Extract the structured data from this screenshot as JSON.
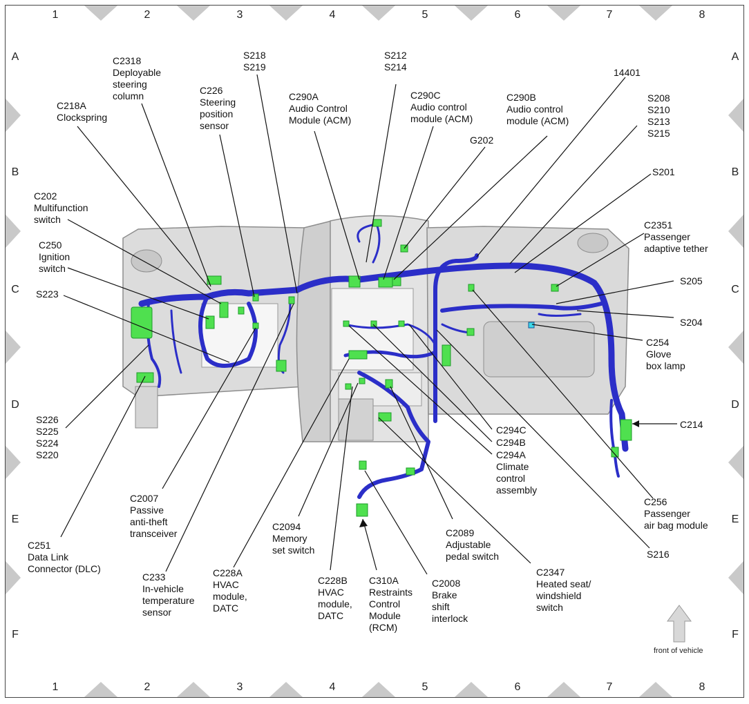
{
  "grid": {
    "columns": [
      "1",
      "2",
      "3",
      "4",
      "5",
      "6",
      "7",
      "8"
    ],
    "rows": [
      "A",
      "B",
      "C",
      "D",
      "E",
      "F"
    ]
  },
  "labels": {
    "c2318": "C2318\nDeployable\nsteering\ncolumn",
    "c218a": "C218A\nClockspring",
    "c226": "C226\nSteering\nposition\nsensor",
    "s218": "S218\nS219",
    "s212": "S212\nS214",
    "c290a": "C290A\nAudio Control\nModule (ACM)",
    "c290c": "C290C\nAudio control\nmodule (ACM)",
    "c290b": "C290B\nAudio control\nmodule (ACM)",
    "c14401": "14401",
    "g202": "G202",
    "s208": "S208\nS210\nS213\nS215",
    "s201": "S201",
    "c2351": "C2351\nPassenger\nadaptive tether",
    "c202": "C202\nMultifunction\nswitch",
    "c250": "C250\nIgnition\nswitch",
    "s223": "S223",
    "s205": "S205",
    "s204": "S204",
    "c254": "C254\nGlove\nbox lamp",
    "s226": "S226\nS225\nS224\nS220",
    "c214": "C214",
    "c294c": "C294C",
    "c294b": "C294B",
    "c294a": "C294A\nClimate\ncontrol\nassembly",
    "c2007": "C2007\nPassive\nanti-theft\ntransceiver",
    "c256": "C256\nPassenger\nair bag module",
    "c2094": "C2094\nMemory\nset switch",
    "c2089": "C2089\nAdjustable\npedal switch",
    "c251": "C251\nData Link\nConnector (DLC)",
    "s216": "S216",
    "c233": "C233\nIn-vehicle\ntemperature\nsensor",
    "c228a": "C228A\nHVAC\nmodule,\nDATC",
    "c228b": "C228B\nHVAC\nmodule,\nDATC",
    "c310a": "C310A\nRestraints\nControl\nModule\n(RCM)",
    "c2008": "C2008\nBrake\nshift\ninterlock",
    "c2347": "C2347\nHeated seat/\nwindshield\nswitch"
  },
  "front_indicator": {
    "text": "front of vehicle",
    "icon": "up-arrow-icon"
  },
  "colors": {
    "harness": "#2b2ec8",
    "harness_dark": "#1a1c8a",
    "connector": "#4fe04f",
    "connector_dark": "#1e9a2a",
    "panel": "#d9d9d9",
    "panel_edge": "#9a9a9a",
    "lamp": "#3fd8e8"
  }
}
